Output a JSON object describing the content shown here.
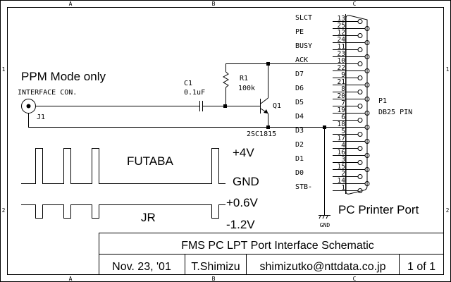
{
  "sheet": {
    "columns": [
      "A",
      "B",
      "C"
    ],
    "rows": [
      "1",
      "2"
    ]
  },
  "circuit": {
    "heading": "PPM Mode only",
    "connector_label": "INTERFACE CON.",
    "j1": "J1",
    "c1_ref": "C1",
    "c1_value": "0.1uF",
    "r1_ref": "R1",
    "r1_value": "100k",
    "q1_ref": "Q1",
    "q1_part": "2SC1815",
    "p1_ref": "P1",
    "p1_type": "DB25 PIN",
    "gnd": "GND",
    "port_label": "PC Printer Port"
  },
  "signals": [
    "SLCT",
    "PE",
    "BUSY",
    "ACK",
    "D7",
    "D6",
    "D5",
    "D4",
    "D3",
    "D2",
    "D1",
    "D0",
    "STB-"
  ],
  "pins_top": [
    "13",
    "12",
    "11",
    "10",
    "9",
    "8",
    "7",
    "6",
    "5",
    "4",
    "3",
    "2",
    "1"
  ],
  "pins_bottom": [
    "25",
    "24",
    "23",
    "22",
    "21",
    "20",
    "19",
    "18",
    "17",
    "16",
    "15",
    "14"
  ],
  "waveforms": {
    "futaba_label": "FUTABA",
    "futaba_high": "+4V",
    "futaba_low": "GND",
    "jr_label": "JR",
    "jr_high": "+0.6V",
    "jr_low": "-1.2V"
  },
  "title_block": {
    "title": "FMS PC LPT Port Interface Schematic",
    "date": "Nov. 23, '01",
    "author": "T.Shimizu",
    "email": "shimizutko@nttdata.co.jp",
    "sheet": "1 of 1"
  }
}
